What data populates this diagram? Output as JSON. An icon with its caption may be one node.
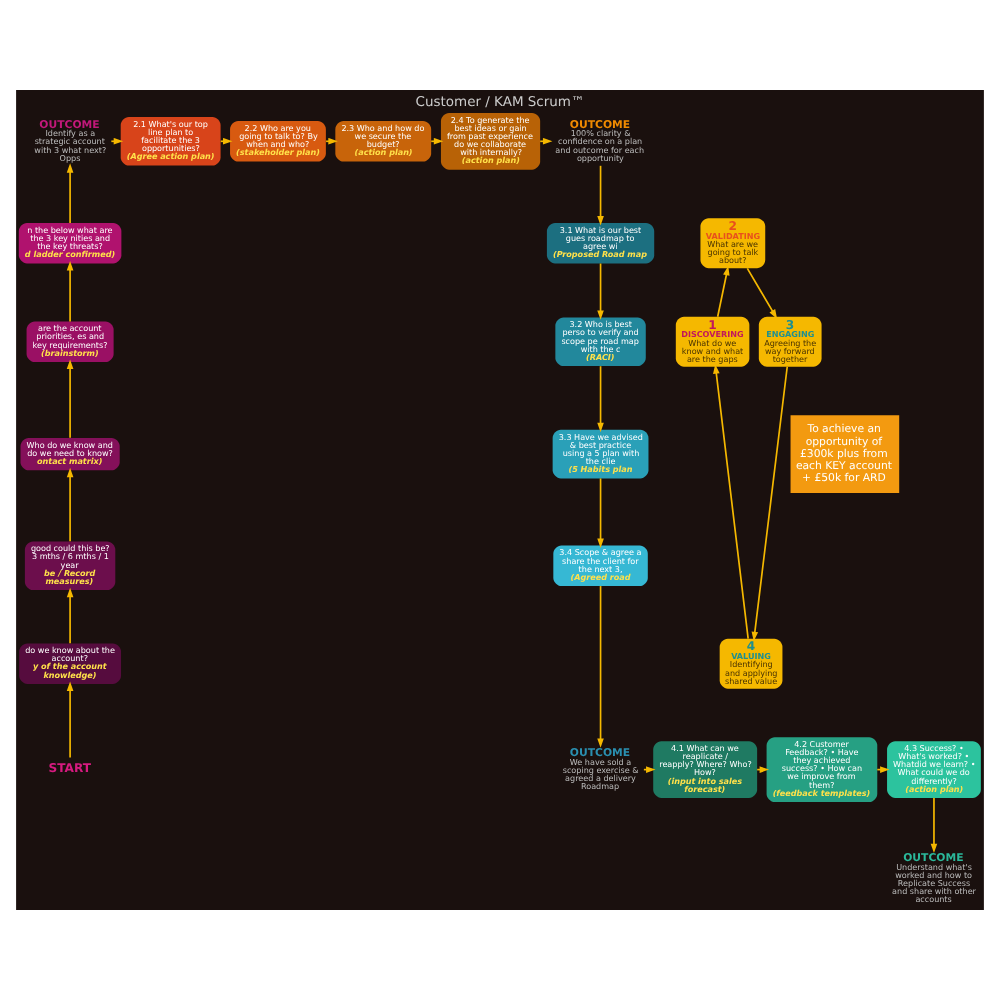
{
  "diagram": {
    "title": "Customer / KAM Scrum™",
    "nodes": [
      {
        "text": [
          "OUTCOME",
          "Identify as a strategic account with 3 what next? Opps"
        ]
      },
      {
        "text": [
          "2.1 What's our top line plan to facilitate the 3 opportunities?",
          "(Agree action plan)"
        ]
      },
      {
        "text": [
          "2.2 Who are you going to talk to? By when and who?",
          "(stakeholder plan)"
        ]
      },
      {
        "text": [
          "2.3 Who and how do we secure the budget?",
          "(action plan)"
        ]
      },
      {
        "text": [
          "2.4 To generate the best ideas or gain from past experience do we collaborate with internally?",
          "(action plan)"
        ]
      },
      {
        "text": [
          "OUTCOME",
          "100% clarity & confidence on a plan and outcome for each opportunity"
        ]
      },
      {
        "text": [
          "n the below what are the 3 key nities and the key threats?",
          "d ladder confirmed)"
        ]
      },
      {
        "text": [
          "are the account priorities, es and key requirements?",
          "(brainstorm)"
        ]
      },
      {
        "text": [
          "Who do we know and do we need to know?",
          "ontact matrix)"
        ]
      },
      {
        "text": [
          "good could this be? 3 mths / 6 mths / 1 year",
          "be / Record measures)"
        ]
      },
      {
        "text": [
          "do we know about the account?",
          "y of the account knowledge)"
        ]
      },
      {
        "text": [
          "START"
        ]
      },
      {
        "text": [
          "1",
          "DISCOVERING",
          "What do we know and what are the gaps"
        ]
      },
      {
        "text": [
          "2",
          "VALIDATING",
          "What are we going to talk about?"
        ]
      },
      {
        "text": [
          "3",
          "ENGAGING",
          "Agreeing the way forward together"
        ]
      },
      {
        "text": [
          "4",
          "VALUING",
          "Identifying and applying shared value"
        ]
      },
      {
        "text": [
          "To achieve an opportunity of £300k plus from each KEY account + £50k for ARD"
        ]
      },
      {
        "text": [
          "3.1 What is our best gues roadmap to agree wi",
          "(Proposed Road map"
        ]
      },
      {
        "text": [
          "3.2 Who is best perso to verify and scope pe road map with the c",
          "(RACI)"
        ]
      },
      {
        "text": [
          "3.3 Have we advised & best practice using a 5 plan with the clie",
          "(5 Habits plan"
        ]
      },
      {
        "text": [
          "3.4 Scope & agree a share the client for the next 3,",
          "(Agreed road"
        ]
      },
      {
        "text": [
          "OUTCOME",
          "We have sold a scoping exercise & agreed a delivery Roadmap"
        ]
      },
      {
        "text": [
          "4.1 What can we reaplicate / reapply? Where? Who? How?",
          "(input into sales forecast)"
        ]
      },
      {
        "text": [
          "4.2 Customer Feedback? • Have they achieved success? • How can we improve from them?",
          "(feedback templates)"
        ]
      },
      {
        "text": [
          "4.3 Success? • What's worked? • Whatdid we learn? • What could we do differently?",
          "(action plan)"
        ]
      },
      {
        "text": [
          "OUTCOME",
          "Understand what's worked and how to Replicate Success and share with other accounts"
        ]
      }
    ],
    "edges": [
      {
        "from": 11,
        "to": 10,
        "arrow": "to"
      },
      {
        "from": 10,
        "to": 9,
        "arrow": "to"
      },
      {
        "from": 9,
        "to": 8,
        "arrow": "to"
      },
      {
        "from": 8,
        "to": 7,
        "arrow": "to"
      },
      {
        "from": 7,
        "to": 6,
        "arrow": "to"
      },
      {
        "from": 6,
        "to": 0,
        "arrow": "to"
      },
      {
        "from": 0,
        "to": 1,
        "arrow": "to"
      },
      {
        "from": 1,
        "to": 2,
        "arrow": "to"
      },
      {
        "from": 2,
        "to": 3,
        "arrow": "to"
      },
      {
        "from": 3,
        "to": 4,
        "arrow": "to"
      },
      {
        "from": 4,
        "to": 5,
        "arrow": "to"
      },
      {
        "from": 5,
        "to": 17,
        "arrow": "to"
      },
      {
        "from": 17,
        "to": 18,
        "arrow": "to"
      },
      {
        "from": 18,
        "to": 19,
        "arrow": "to"
      },
      {
        "from": 19,
        "to": 20,
        "arrow": "to"
      },
      {
        "from": 20,
        "to": 21,
        "arrow": "to"
      },
      {
        "from": 21,
        "to": 22,
        "arrow": "to"
      },
      {
        "from": 22,
        "to": 23,
        "arrow": "to"
      },
      {
        "from": 23,
        "to": 24,
        "arrow": "to"
      },
      {
        "from": 24,
        "to": 25,
        "arrow": "to"
      },
      {
        "from": 12,
        "to": 13,
        "arrow": "to"
      },
      {
        "from": 13,
        "to": 14,
        "arrow": "to"
      },
      {
        "from": 14,
        "to": 15,
        "arrow": "to"
      },
      {
        "from": 15,
        "to": 12,
        "arrow": "to"
      }
    ]
  }
}
